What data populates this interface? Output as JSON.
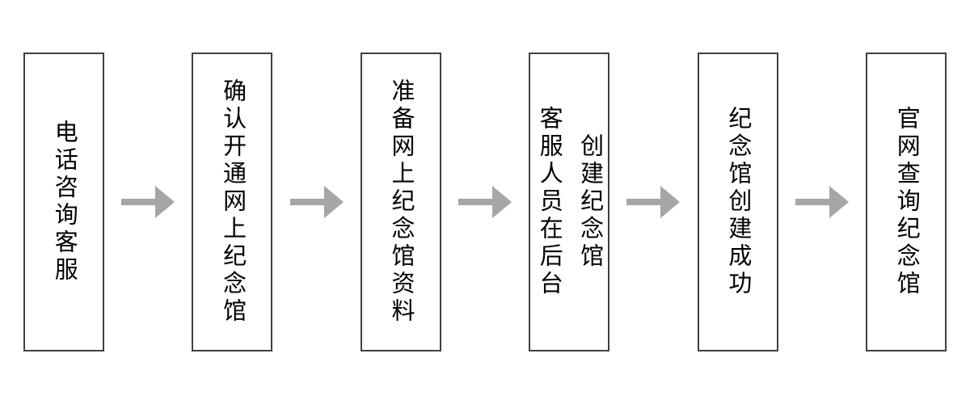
{
  "flow": {
    "arrow_color": "#a6a6a6",
    "box_border_color": "#404040",
    "text_color": "#000000",
    "background_color": "#ffffff",
    "steps": [
      {
        "lines": [
          "电话咨询客服"
        ]
      },
      {
        "lines": [
          "确认开通网上纪念馆"
        ]
      },
      {
        "lines": [
          "准备网上纪念馆资料"
        ]
      },
      {
        "lines": [
          "客服人员在后台",
          "创建纪念馆"
        ]
      },
      {
        "lines": [
          "纪念馆创建成功"
        ]
      },
      {
        "lines": [
          "官网查询纪念馆"
        ]
      }
    ]
  }
}
